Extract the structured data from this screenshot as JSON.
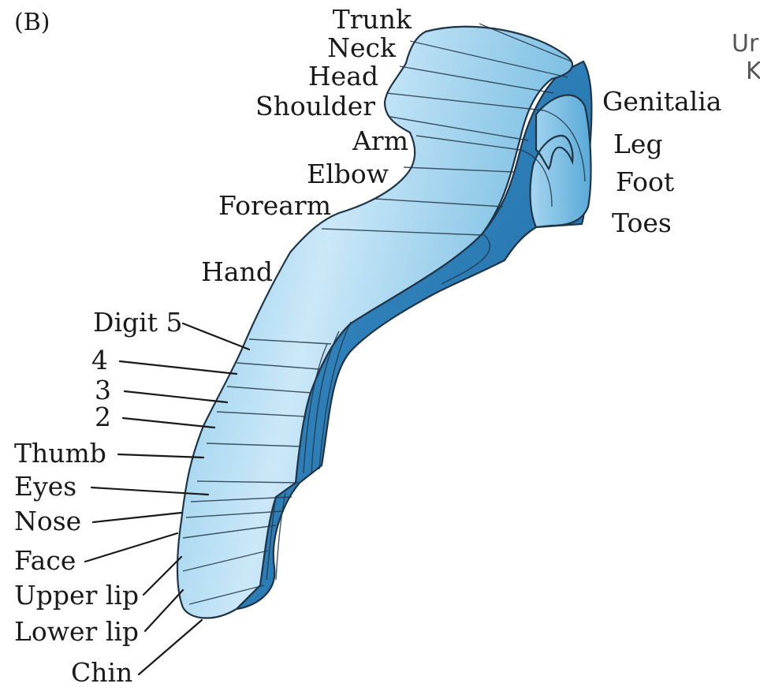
{
  "figure_label": "(B)",
  "cut_text": [
    "Ur",
    "K"
  ],
  "labels": {
    "trunk": "Trunk",
    "neck": "Neck",
    "head": "Head",
    "shoulder": "Shoulder",
    "arm": "Arm",
    "elbow": "Elbow",
    "forearm": "Forearm",
    "hand": "Hand",
    "digit5": "Digit 5",
    "digit4": "4",
    "digit3": "3",
    "digit2": "2",
    "thumb": "Thumb",
    "eyes": "Eyes",
    "nose": "Nose",
    "face": "Face",
    "upper_lip": "Upper lip",
    "lower_lip": "Lower lip",
    "chin": "Chin",
    "genitalia": "Genitalia",
    "leg": "Leg",
    "foot": "Foot",
    "toes": "Toes"
  },
  "colors": {
    "surface_light": "#cbe8f8",
    "surface_mid": "#8fcaea",
    "surface_dark": "#5fb0dc",
    "cut_face": "#2f84bf",
    "cut_face_dark": "#1f6aa3",
    "ink": "#1a1a1a"
  }
}
